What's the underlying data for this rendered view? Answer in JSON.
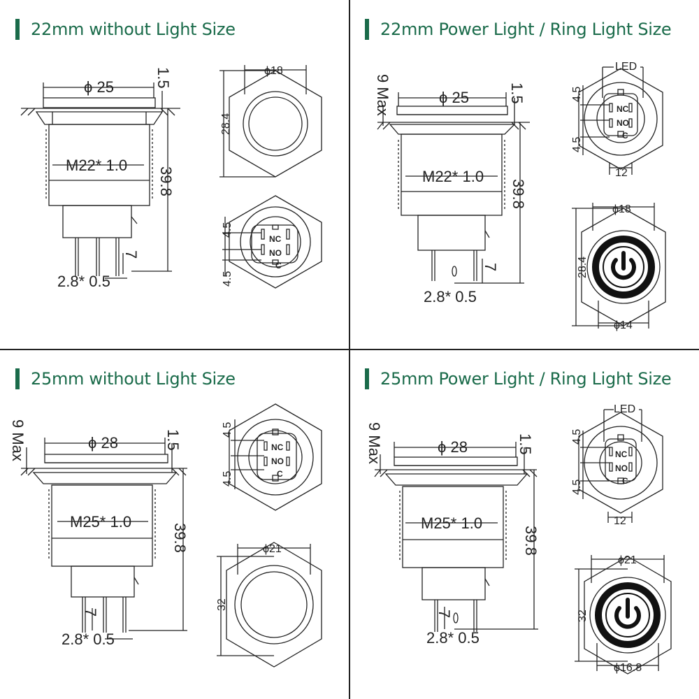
{
  "panels": [
    {
      "title": "22mm without Light Size",
      "side": {
        "phi": "ϕ",
        "head_dia": "25",
        "head_th": "1.5",
        "thread": "M22* 1.0",
        "height": "39.8",
        "pin_len": "7",
        "pin": "2.8* 0.5"
      },
      "front": {
        "phi": "ϕ",
        "dia": "18",
        "across": "28.4"
      },
      "rear": {
        "pin_gap_top": "4.5",
        "pin_gap_bottom": "4.5",
        "nc": "NC",
        "no": "NO",
        "c": "C"
      }
    },
    {
      "title_a": "22mm",
      "title_b": "Power Light / Ring Light Size",
      "side": {
        "max_label": "9 Max",
        "phi": "ϕ",
        "head_dia": "25",
        "head_th": "1.5",
        "thread": "M22* 1.0",
        "height": "39.8",
        "pin_len": "7",
        "pin": "2.8* 0.5"
      },
      "rear": {
        "led": "LED",
        "pin_gap_top": "4.5",
        "pin_gap_bottom": "4.5",
        "nc": "NC",
        "no": "NO",
        "c": "C",
        "width": "12"
      },
      "front": {
        "phi": "ϕ",
        "dia": "18",
        "across": "28.4",
        "ring_dia": "14"
      }
    },
    {
      "title": "25mm without Light Size",
      "side": {
        "max_label": "9 Max",
        "phi": "ϕ",
        "head_dia": "28",
        "head_th": "1.5",
        "thread": "M25* 1.0",
        "height": "39.8",
        "pin_len": "7",
        "pin": "2.8* 0.5"
      },
      "rear": {
        "pin_gap_top": "4.5",
        "pin_gap_bottom": "4.5",
        "nc": "NC",
        "no": "NO",
        "c": "C"
      },
      "front": {
        "phi": "ϕ",
        "dia": "21",
        "across": "32"
      }
    },
    {
      "title_a": "25mm",
      "title_b": "Power Light / Ring Light Size",
      "side": {
        "max_label": "9 Max",
        "phi": "ϕ",
        "head_dia": "28",
        "head_th": "1.5",
        "thread": "M25* 1.0",
        "height": "39.8",
        "pin_len": "7",
        "pin": "2.8* 0.5"
      },
      "rear": {
        "led": "LED",
        "pin_gap_top": "4.5",
        "pin_gap_bottom": "4.5",
        "nc": "NC",
        "no": "NO",
        "c": "C",
        "width": "12"
      },
      "front": {
        "phi": "ϕ",
        "dia": "21",
        "across": "32",
        "ring_dia": "16.8"
      }
    }
  ],
  "colors": {
    "title": "#1a6b4a",
    "line": "#222222",
    "divider": "#222222"
  }
}
